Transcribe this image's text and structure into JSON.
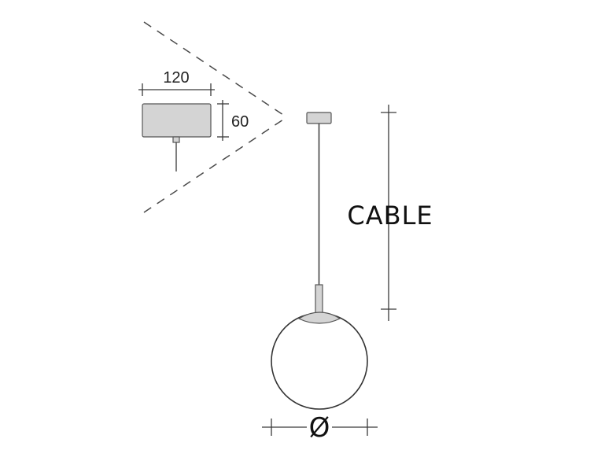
{
  "labels": {
    "canopy_width": "120",
    "canopy_height": "60",
    "cable": "CABLE",
    "diameter": "Ø"
  },
  "colors": {
    "part_fill": "#d4d4d4",
    "line": "#3a3a3a"
  }
}
